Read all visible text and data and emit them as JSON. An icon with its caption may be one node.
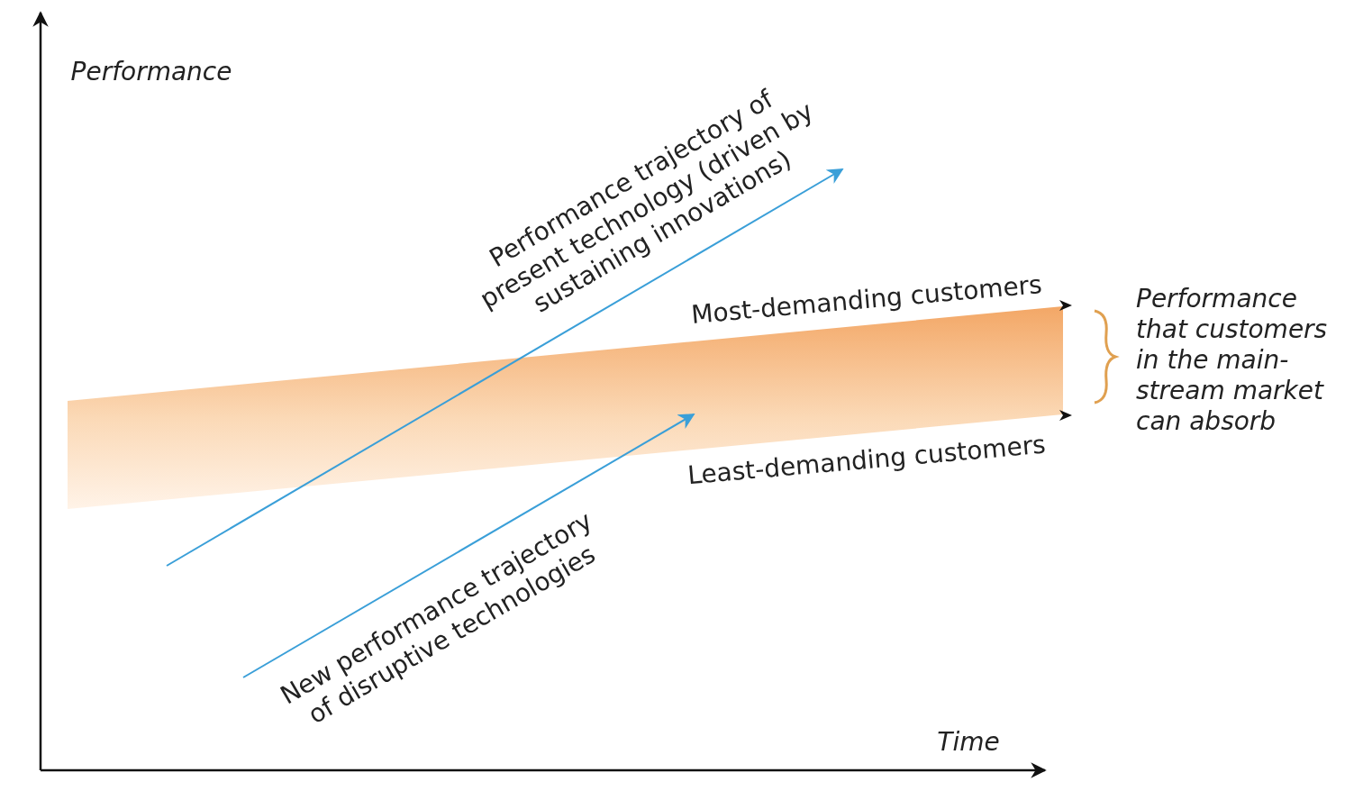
{
  "diagram": {
    "labels": [
      "Performance",
      "Performance trajectory of present technology (driven by sustaining innovations)",
      "Most-demanding customers",
      "Performance that customers in the main-stream market can absorb",
      "Least-demanding customers",
      "New performance trajectory of disruptive technologies",
      "Time"
    ]
  }
}
